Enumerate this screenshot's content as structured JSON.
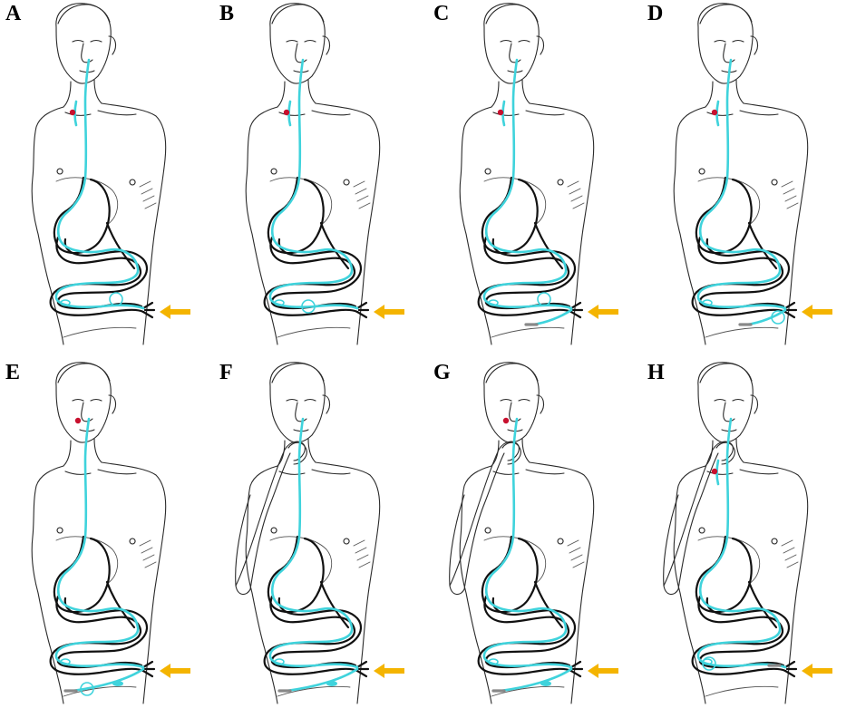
{
  "figure": {
    "panels": [
      {
        "id": "A",
        "label": "A",
        "marker": "neck",
        "arm": false,
        "tail": "none",
        "balloon": "right"
      },
      {
        "id": "B",
        "label": "B",
        "marker": "neck",
        "arm": false,
        "tail": "none",
        "balloon": "mid"
      },
      {
        "id": "C",
        "label": "C",
        "marker": "neck",
        "arm": false,
        "tail": "short",
        "balloon": "right"
      },
      {
        "id": "D",
        "label": "D",
        "marker": "neck",
        "arm": false,
        "tail": "short",
        "balloon": "stoma"
      },
      {
        "id": "E",
        "label": "E",
        "marker": "nose",
        "arm": false,
        "tail": "long",
        "balloon": "tail"
      },
      {
        "id": "F",
        "label": "F",
        "marker": "none",
        "arm": true,
        "tail": "long",
        "balloon": "none"
      },
      {
        "id": "G",
        "label": "G",
        "marker": "nose",
        "arm": true,
        "tail": "long",
        "balloon": "none"
      },
      {
        "id": "H",
        "label": "H",
        "marker": "neck",
        "arm": true,
        "tail": "inside",
        "balloon": "inside"
      }
    ],
    "colors": {
      "tube": "#3fd3dc",
      "marker": "#c8102e",
      "arrow": "#f4b400",
      "outline": "#2a2a2a"
    },
    "icons": {
      "stoma_arrow": "left-arrow-icon",
      "tube_marker": "red-dot-icon"
    }
  }
}
